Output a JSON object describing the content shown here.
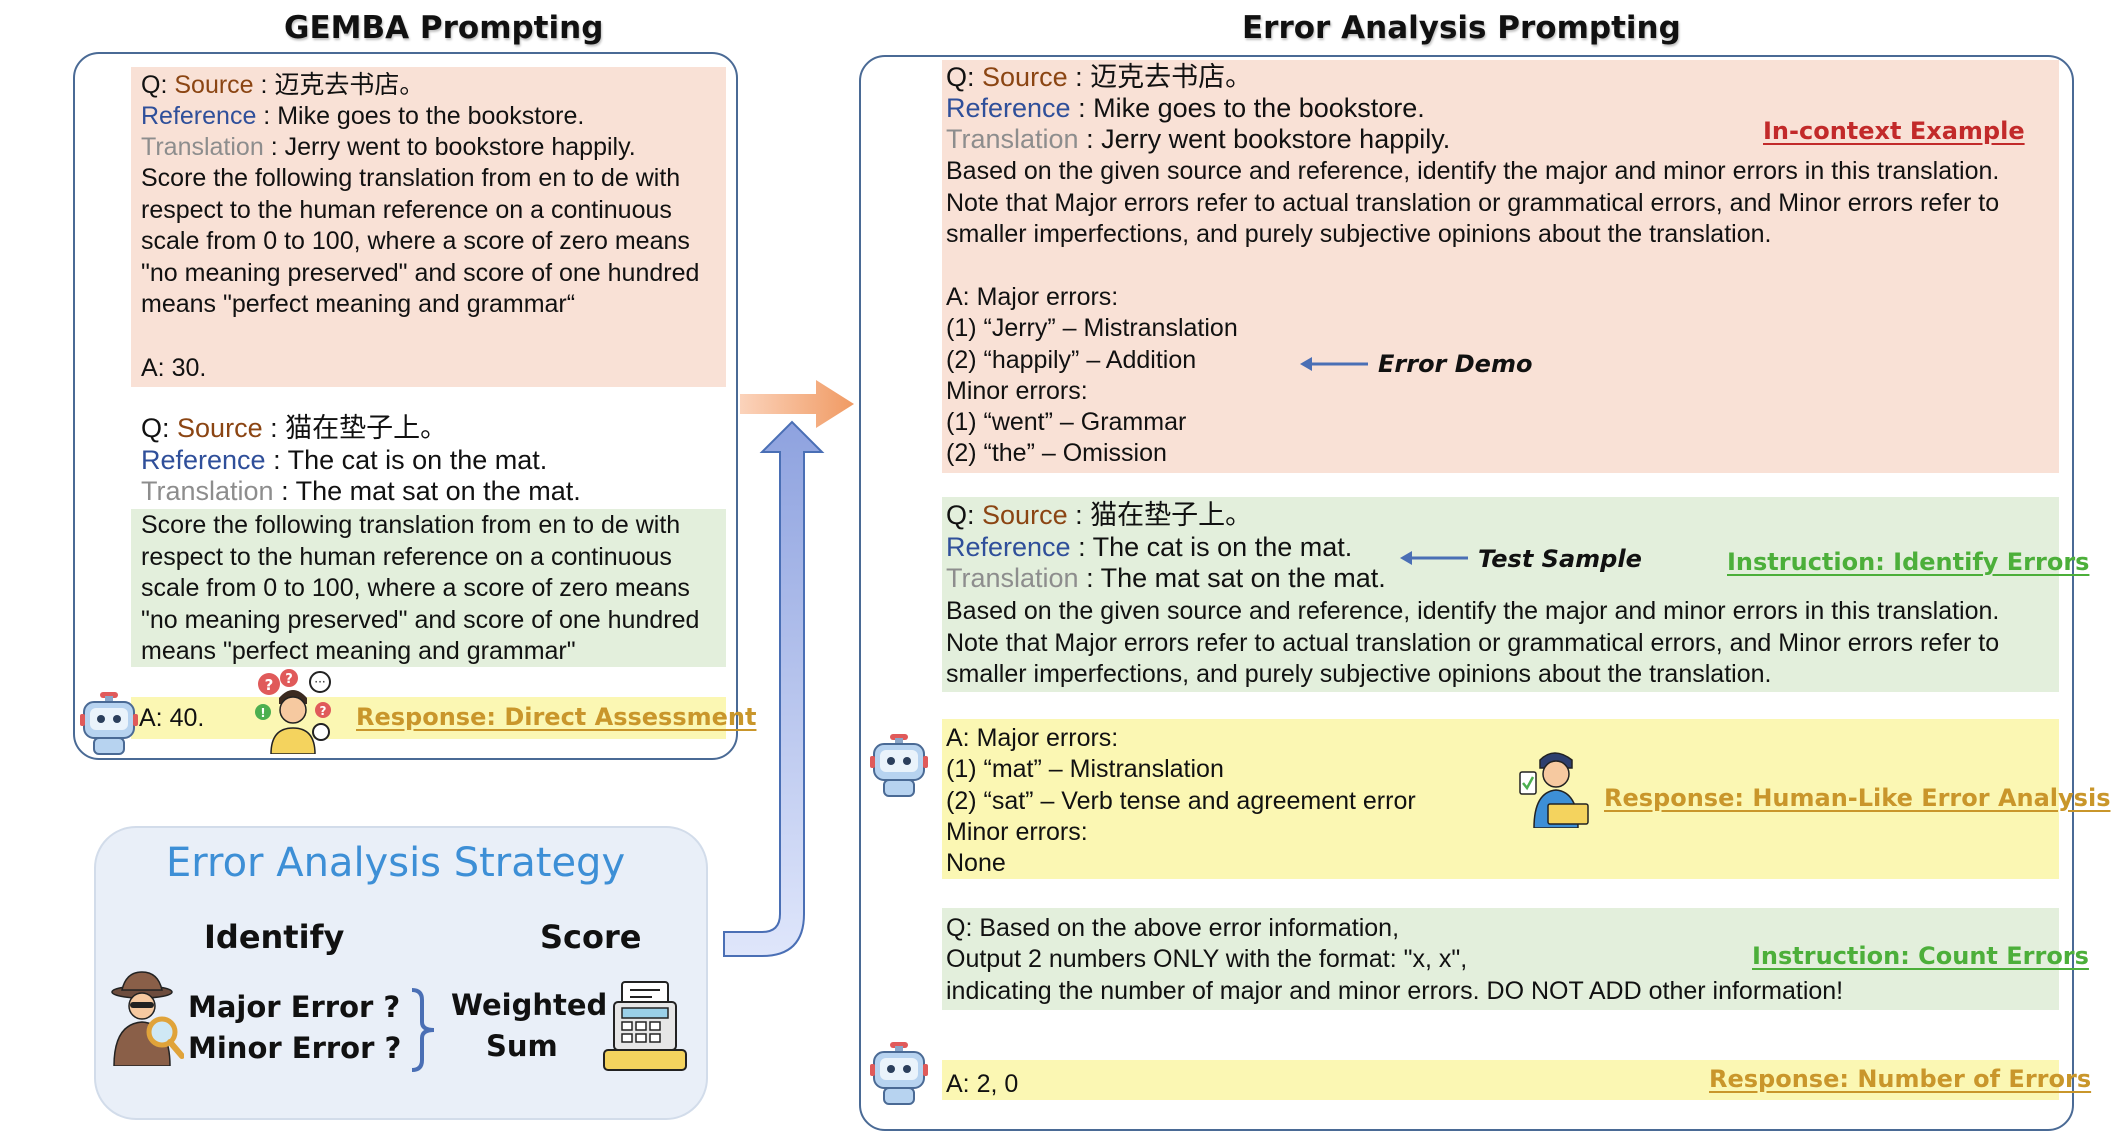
{
  "titles": {
    "gemba": "GEMBA Prompting",
    "error_analysis": "Error Analysis Prompting"
  },
  "fields": {
    "q": "Q:",
    "source": "Source",
    "reference": "Reference",
    "translation": "Translation",
    "sep": " : "
  },
  "gemba": {
    "ex1": {
      "source": "迈克去书店。",
      "reference": "Mike goes to the bookstore.",
      "translation": "Jerry went to bookstore happily.",
      "instruction": "Score the following translation from en to de with respect to the human reference on a continuous scale from 0 to 100, where a score of zero means \"no meaning preserved\" and score of one hundred means \"perfect meaning and grammar“",
      "answer": "A: 30."
    },
    "ex2": {
      "source": "猫在垫子上。",
      "reference": "The cat is on the mat.",
      "translation": "The mat sat on the mat.",
      "instruction": "Score the following translation from en to de with respect to the human reference on a continuous scale from 0 to 100, where a score of zero means \"no meaning preserved\" and score of one hundred means \"perfect meaning and grammar\"",
      "answer": "A: 40."
    },
    "response_label": "Response: Direct Assessment"
  },
  "strategy": {
    "title": "Error Analysis Strategy",
    "identify": "Identify",
    "score": "Score",
    "major": "Major Error ?",
    "minor": "Minor Error ?",
    "weighted": "Weighted",
    "sum": "Sum"
  },
  "ea": {
    "example": {
      "source": "迈克去书店。",
      "reference": "Mike goes to the bookstore.",
      "translation": "Jerry went bookstore happily.",
      "instruction": "Based on the given source and reference, identify the major and minor errors in this translation. Note that Major errors refer to actual translation or grammatical errors, and Minor errors refer to smaller imperfections, and purely subjective opinions about the translation.",
      "lines": [
        "A: Major errors:",
        "(1)  “Jerry” – Mistranslation",
        "(2)  “happily” – Addition",
        "Minor errors:",
        "(1)  “went” – Grammar",
        "(2)  “the” – Omission"
      ],
      "label": "In-context Example",
      "demo_note": "Error Demo"
    },
    "test": {
      "source": "猫在垫子上。",
      "reference": "The cat is on the mat.",
      "translation": "The mat sat on the mat.",
      "instruction": "Based on the given source and reference, identify the major and minor errors in this translation. Note that Major errors refer to actual translation or grammatical errors, and Minor errors refer to smaller imperfections, and purely subjective opinions about the translation.",
      "note": "Test Sample",
      "label": "Instruction: Identify Errors"
    },
    "response1": {
      "lines": [
        "A: Major errors:",
        "(1)  “mat” – Mistranslation",
        "(2)   “sat” – Verb tense and agreement error",
        "Minor errors:",
        "None"
      ],
      "label": "Response: Human-Like Error Analysis"
    },
    "count": {
      "lines": [
        "Q: Based on the above error information,",
        "Output 2 numbers ONLY with the format: \"x, x\",",
        "indicating the number of major and minor errors. DO NOT ADD other information!"
      ],
      "label": "Instruction: Count Errors"
    },
    "response2": {
      "answer": "A: 2, 0",
      "label": "Response: Number of Errors"
    }
  },
  "colors": {
    "source": "#8b4513",
    "reference": "#2f4f9a",
    "translation": "#8d8d8d",
    "pink": "#f9e1d6",
    "green": "#e3efdc",
    "yellow": "#fbf7b3",
    "gold_label": "#c9962b",
    "green_label": "#4caf3a",
    "red_label": "#c22a2a",
    "strategy_title": "#3d8fd6",
    "arrow_orange": "#f09a63",
    "arrow_blue": "#8ea2df"
  },
  "icons": [
    "robot-icon",
    "confused-person-icon",
    "detective-icon",
    "calculator-icon",
    "analyst-icon"
  ]
}
